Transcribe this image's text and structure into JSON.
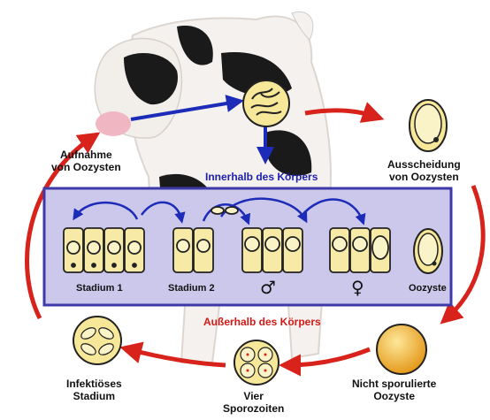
{
  "labels": {
    "uptake": [
      "Aufnahme",
      "von Oozysten"
    ],
    "excretion": [
      "Ausscheidung",
      "von Oozysten"
    ],
    "inside_body": "Innerhalb des Körpers",
    "outside_body": "Außerhalb des Körpers",
    "infective_stage": [
      "Infektiöses",
      "Stadium"
    ],
    "four_sporozoites": [
      "Vier",
      "Sporozoiten"
    ],
    "non_sporulated": [
      "Nicht sporulierte",
      "Oozyste"
    ]
  },
  "stages": {
    "stage1": "Stadium 1",
    "stage2": "Stadium 2",
    "male_symbol": "♂",
    "female_symbol": "♀",
    "oocyst": "Oozyste"
  },
  "colors": {
    "panel_fill": "#ccc8ec",
    "panel_border": "#3e39a8",
    "cycle_arrow": "#d8231c",
    "inner_arrow": "#1c2bb8",
    "cell_fill": "#f6eaa6",
    "oocyst_fill": "#f2b93a"
  }
}
